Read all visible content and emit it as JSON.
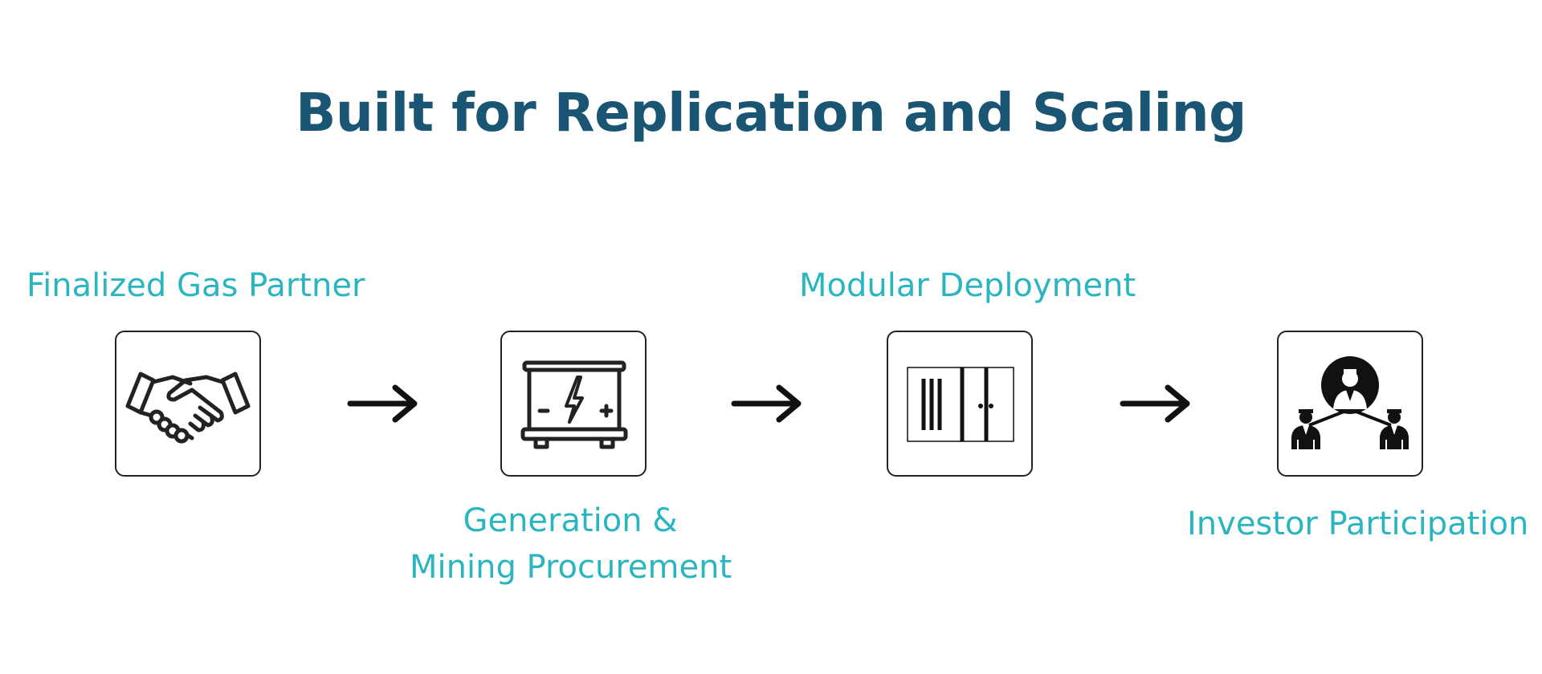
{
  "diagram": {
    "title": "Built for Replication and Scaling",
    "steps": [
      {
        "label": "Finalized Gas Partner",
        "icon": "handshake-icon"
      },
      {
        "label_lines": [
          "Generation &",
          "Mining Procurement"
        ],
        "icon": "generator-icon"
      },
      {
        "label": "Modular Deployment",
        "icon": "container-icon"
      },
      {
        "label": "Investor Participation",
        "icon": "investor-network-icon"
      }
    ],
    "connector_icon": "arrow-right-icon",
    "colors": {
      "title": "#1a5573",
      "labels": "#2bb5c0",
      "icons": "#111111"
    }
  }
}
